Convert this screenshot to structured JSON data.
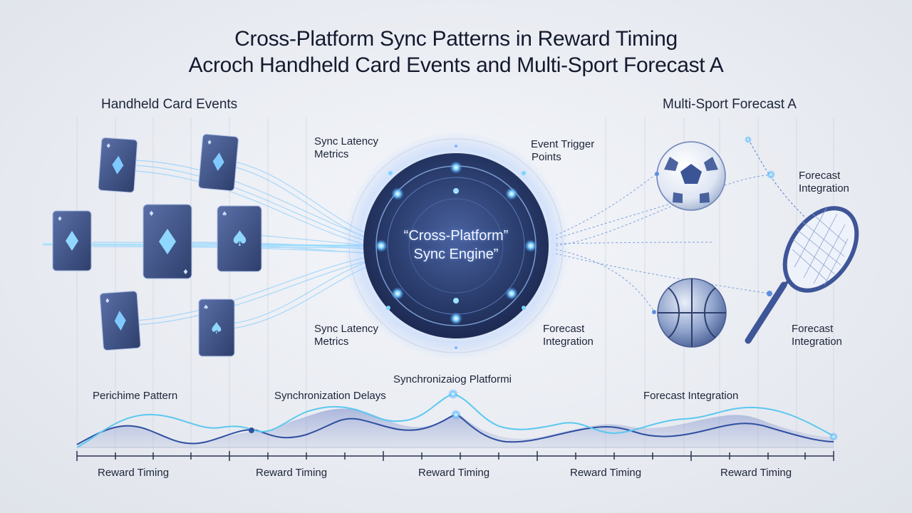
{
  "title": {
    "line1": "Cross-Platform Sync Patterns in Reward Timing",
    "line2": "Acroch Handheld Card Events and Multi-Sport Forecast A"
  },
  "left_section": {
    "label": "Handheld Card Events"
  },
  "right_section": {
    "label": "Multi-Sport Forecast A"
  },
  "engine": {
    "label_line1": "“Cross-Platform”",
    "label_line2": "Sync Engine”"
  },
  "annotations": {
    "top_left": {
      "line1": "Sync Latency",
      "line2": "Metrics"
    },
    "top_right": {
      "line1": "Event Trigger",
      "line2": "Points"
    },
    "bottom_left": {
      "line1": "Sync Latency",
      "line2": "Metrics"
    },
    "bottom_right": {
      "line1": "Forecast",
      "line2": "Integration"
    },
    "right_upper": {
      "line1": "Forecast",
      "line2": "Integration"
    },
    "right_lower": {
      "line1": "Forecast",
      "line2": "Integration"
    }
  },
  "wave": {
    "label_left": "Perichime Pattern",
    "label_mid_left": "Synchronization Delays",
    "label_center": "Synchronizaiog Platformi",
    "label_right": "Forecast Integration",
    "timing_labels": [
      "Reward Timing",
      "Reward Timing",
      "Reward Timing",
      "Reward Timing",
      "Reward Timing"
    ]
  },
  "icons": {
    "cards": [
      "card-icon",
      "card-icon",
      "card-icon",
      "card-icon",
      "card-icon",
      "card-icon",
      "card-icon"
    ],
    "sports": [
      "soccer-ball-icon",
      "basketball-icon",
      "tennis-racket-icon"
    ]
  },
  "colors": {
    "accent": "#3d8ef0",
    "glow": "#7fd3ff",
    "engine": "#2c3f6e",
    "card": "#3d5080",
    "wave_dark": "#2f4fa0",
    "wave_light": "#5cc8f0"
  }
}
